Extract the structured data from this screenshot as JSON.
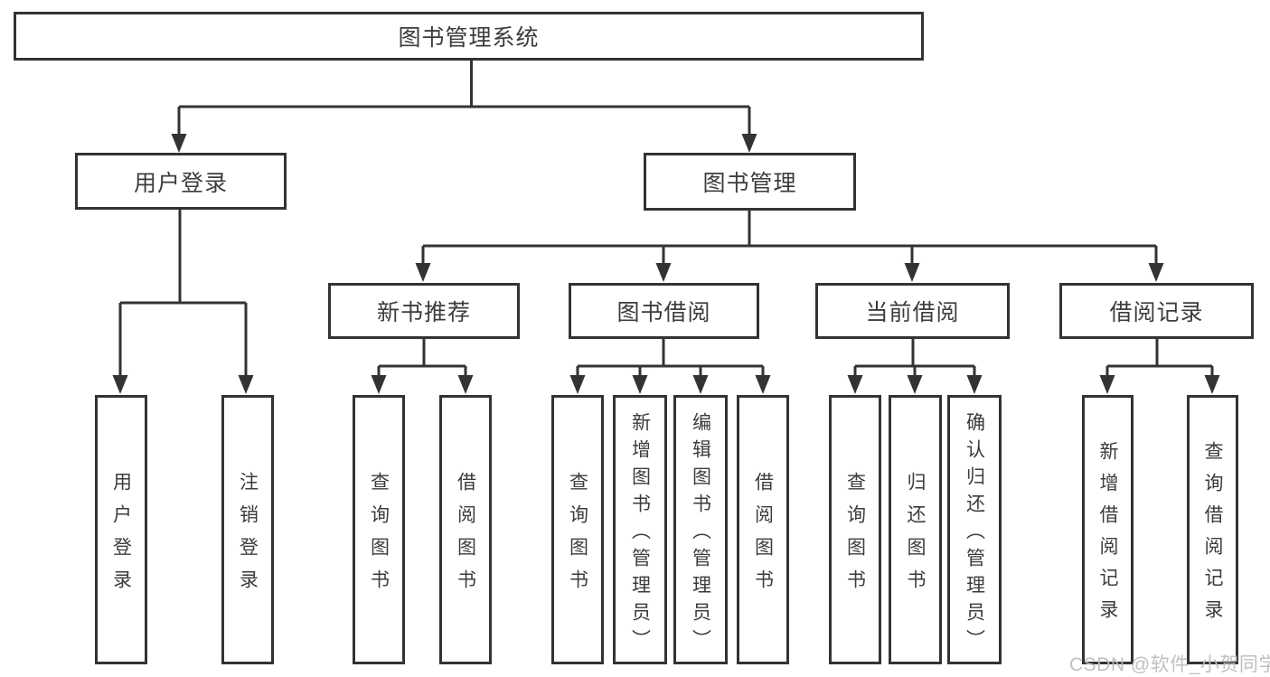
{
  "tree": {
    "root": {
      "label": "图书管理系统"
    },
    "user_login": {
      "label": "用户登录",
      "children": [
        {
          "label": "用户登录"
        },
        {
          "label": "注销登录"
        }
      ]
    },
    "book_management": {
      "label": "图书管理",
      "sections": [
        {
          "label": "新书推荐",
          "children": [
            {
              "label": "查询图书"
            },
            {
              "label": "借阅图书"
            }
          ]
        },
        {
          "label": "图书借阅",
          "children": [
            {
              "label": "查询图书"
            },
            {
              "label": "新增图书（管理员）"
            },
            {
              "label": "编辑图书（管理员）"
            },
            {
              "label": "借阅图书"
            }
          ]
        },
        {
          "label": "当前借阅",
          "children": [
            {
              "label": "查询图书"
            },
            {
              "label": "归还图书"
            },
            {
              "label": "确认归还（管理员）"
            }
          ]
        },
        {
          "label": "借阅记录",
          "children": [
            {
              "label": "新增借阅记录"
            },
            {
              "label": "查询借阅记录"
            }
          ]
        }
      ]
    }
  },
  "watermark": "CSDN @软件_小贺同学",
  "colors": {
    "line": "#333333",
    "text": "#3c3c3c",
    "watermark": "#bdbdbd",
    "background": "#ffffff"
  }
}
